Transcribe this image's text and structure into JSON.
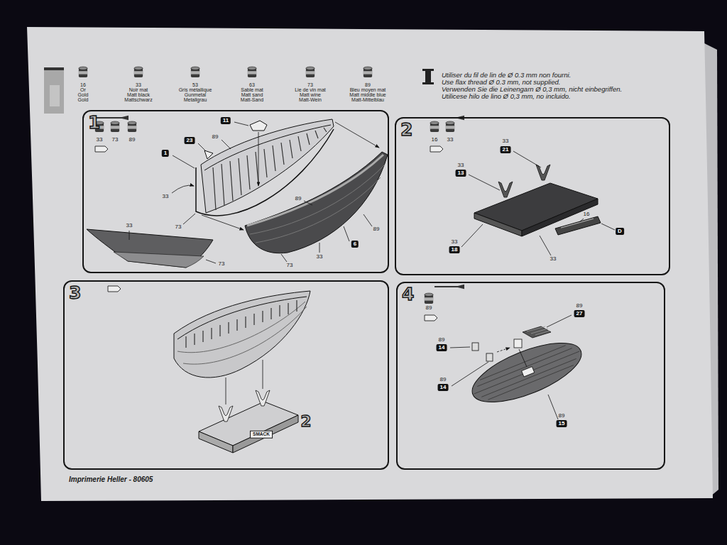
{
  "diagram": {
    "nodes": [
      {
        "text": [
          "1"
        ]
      },
      {
        "text": [
          "2"
        ]
      },
      {
        "text": [
          "3"
        ]
      },
      {
        "text": [
          "4"
        ]
      }
    ],
    "labels": [
      "16",
      "Or",
      "Gold",
      "Gold",
      "33",
      "Noir mat",
      "Matt black",
      "Mattschwarz",
      "53",
      "Gris métallique",
      "Gunmetal",
      "Metallgrau",
      "63",
      "Sable mat",
      "Matt sand",
      "Matt-Sand",
      "73",
      "Lie de vin mat",
      "Matt wine",
      "Matt-Wein",
      "89",
      "Bleu moyen mat",
      "Matt middle blue",
      "Matt-Mittelblau",
      "Utiliser du fil de lin de Ø 0.3 mm non fourni.",
      "Use flax thread Ø 0.3 mm, not supplied.",
      "Verwenden Sie die Leinengarn Ø 0,3 mm, nicht einbegriffen.",
      "Utilicese hilo de lino Ø 0,3 mm, no incluido.",
      "33",
      "73",
      "89",
      "11",
      "23",
      "1",
      "89",
      "33",
      "73",
      "33",
      "73",
      "73",
      "89",
      "89",
      "33",
      "6",
      "16",
      "33",
      "33",
      "21",
      "33",
      "13",
      "16",
      "D",
      "33",
      "18",
      "33",
      "SMACK",
      "2",
      "89",
      "89",
      "27",
      "89",
      "14",
      "89",
      "14",
      "89",
      "15",
      "Imprimerie Heller - 80605"
    ]
  }
}
